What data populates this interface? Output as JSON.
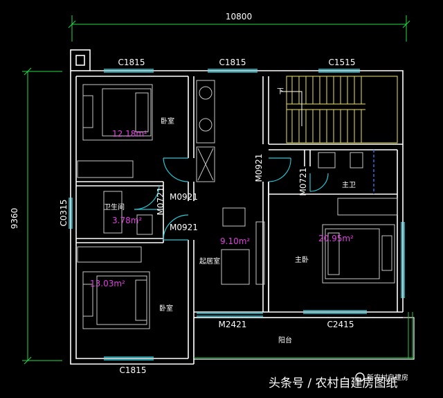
{
  "dimensions": {
    "overall_width": "10800",
    "overall_depth": "9360"
  },
  "windows": {
    "top_left": "C1815",
    "top_middle": "C1815",
    "top_right": "C1515",
    "bottom_left": "C1815",
    "right_middle": "C2415",
    "left_bath": "C0315"
  },
  "doors": {
    "d1": "M0921",
    "d2": "M0921",
    "d3": "M0721",
    "d4": "M0921",
    "d5": "M0721",
    "main": "M2421"
  },
  "rooms": {
    "bedroom_top": {
      "name": "卧室",
      "area": "12.18m²"
    },
    "bath": {
      "name": "卫生间",
      "area": "3.78m²"
    },
    "bedroom_bottom": {
      "name": "卧室",
      "area": "13.03m²"
    },
    "living": {
      "name": "起居室",
      "area": "9.10m²"
    },
    "master_bedroom": {
      "name": "主卧",
      "area": "20.95m²"
    },
    "master_bath": {
      "name": "主卫"
    },
    "balcony": {
      "name": "阳台"
    }
  },
  "stair_mark": "下",
  "watermark": {
    "left": "头条号 / 农村自建房图纸",
    "logo": "新农村自建房"
  },
  "colors": {
    "wall": "#ffffff",
    "window": "#28c8d8",
    "stair": "#f0e64a",
    "dimension": "#22dd44",
    "area": "#e040e0",
    "bed": "#c8c8c8"
  }
}
